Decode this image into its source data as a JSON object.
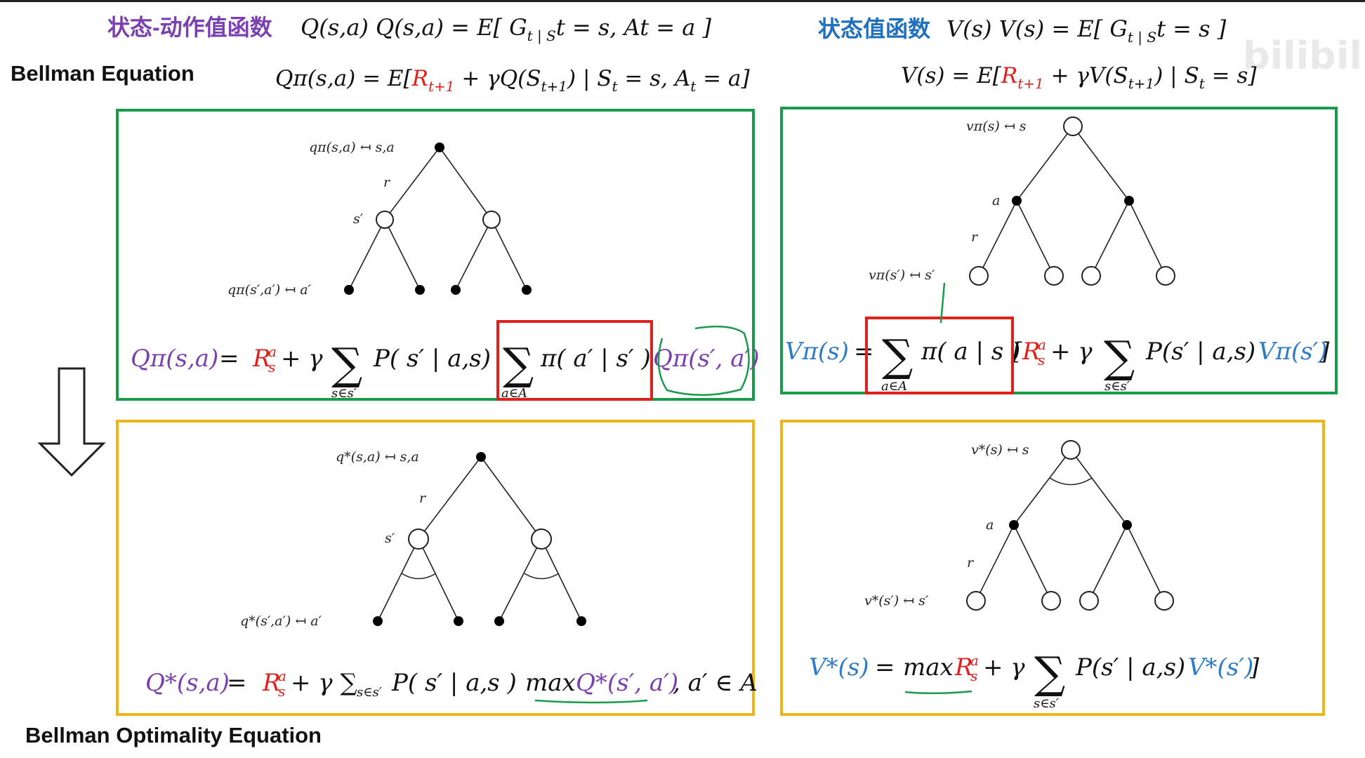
{
  "top": {
    "q_title_cn": "状态-动作值函数",
    "q_title_expr": "Q(s,a) Q(s,a) = E[ G",
    "q_title_tail": "t | S",
    "q_title_end": "t = s, A",
    "q_title_end2": "t = a ]",
    "v_title_cn": "状态值函数",
    "v_title_expr": "V(s)  V(s) = E[ G",
    "v_title_tail": "t | S",
    "v_title_end": "t = s ]"
  },
  "bellman_label": "Bellman Equation",
  "optimality_label": "Bellman Optimality Equation",
  "watermark": "bilibili",
  "bellman_q": {
    "lhs": "Qπ(s,a) = E[",
    "red": "R",
    "red_sub": "t+1",
    "rest": " + γQ(S",
    "rest_sub": "t+1",
    "tail": ") | S",
    "tail_sub": "t",
    "tail2": " = s, A",
    "tail2_sub": "t",
    "end": " = a]"
  },
  "bellman_v": {
    "lhs": "V(s) = E[",
    "red": "R",
    "red_sub": "t+1",
    "rest": " + γV(S",
    "rest_sub": "t+1",
    "tail": ") | S",
    "tail_sub": "t",
    "end": " = s]"
  },
  "tree_q": {
    "root": "qπ(s,a) ↤ s,a",
    "r": "r",
    "s_prime": "s′",
    "leaf": "qπ(s′,a′) ↤ a′"
  },
  "tree_v": {
    "root": "vπ(s) ↤ s",
    "a": "a",
    "r": "r",
    "leaf": "vπ(s′) ↤ s′"
  },
  "tree_qstar": {
    "root": "q*(s,a) ↤ s,a",
    "r": "r",
    "s_prime": "s′",
    "leaf": "q*(s′,a′) ↤ a′"
  },
  "tree_vstar": {
    "root": "v*(s) ↤ s",
    "a": "a",
    "r": "r",
    "leaf": "v*(s′) ↤ s′"
  },
  "formula_q": {
    "lhs": "Qπ(s,a)",
    "eq": " = ",
    "R": "R",
    "R_sup": "a",
    "R_sub": "s",
    "plus": " + γ",
    "sum1_sub": "s∈s′",
    "p": "P( s′ | a,s)",
    "sum2_sub": "a∈A",
    "pi": "π( a′ | s′ )",
    "qnext": "Qπ(s′, a′)"
  },
  "formula_v": {
    "lhs": "Vπ(s)",
    "eq": "=",
    "sum1_sub": "a∈A",
    "pi": "π( a | s )",
    "bracket": "[",
    "R": "R",
    "R_sup": "a",
    "R_sub": "s",
    "plus": " + γ",
    "sum2_sub": "s∈s′",
    "p": "P(s′ | a,s)",
    "vnext": "Vπ(s′)",
    "close": "]"
  },
  "formula_qstar": {
    "lhs": "Q*(s,a)",
    "eq": " = ",
    "R": "R",
    "R_sup": "a",
    "R_sub": "s",
    "plus": " + γ ∑",
    "sum_sub": "s∈s′",
    "p": " P( s′ | a,s )",
    "max": "max",
    "qnext": "Q*(s′, a′)",
    "tail": ", a′ ∈ A"
  },
  "formula_vstar": {
    "lhs": "V*(s)",
    "eq": "= ",
    "max": "max",
    "R": "R",
    "R_sup": "a",
    "R_sub": "s",
    "plus": " + γ",
    "sum_sub": "s∈s′",
    "p": "P(s′ | a,s)",
    "vnext": "V*(s′)",
    "close": "]"
  },
  "colors": {
    "green_box": "#1a9a4a",
    "yellow_box": "#f2b519",
    "red_box": "#e0201b",
    "purple": "#7b3fb0",
    "blue": "#2e7bc6"
  }
}
